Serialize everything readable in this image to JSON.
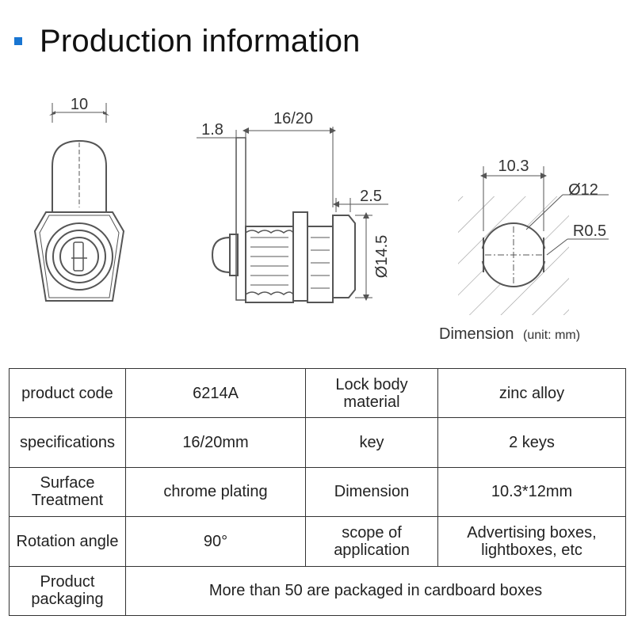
{
  "header": {
    "title": "Production information"
  },
  "drawing": {
    "front_width": "10",
    "side_length": "16/20",
    "cam_thickness": "1.8",
    "flange": "2.5",
    "body_diameter": "Ø14.5",
    "cutout_width": "10.3",
    "cutout_diameter": "Ø12",
    "corner_radius": "R0.5",
    "caption_main": "Dimension",
    "caption_unit": "(unit: mm)"
  },
  "table": {
    "rows": [
      {
        "label1": "product code",
        "value1": "6214A",
        "label2": "Lock body material",
        "value2": "zinc alloy"
      },
      {
        "label1": "specifications",
        "value1": "16/20mm",
        "label2": "key",
        "value2": "2 keys"
      },
      {
        "label1": "Surface Treatment",
        "value1": "chrome plating",
        "label2": "Dimension",
        "value2": "10.3*12mm"
      },
      {
        "label1": "Rotation angle",
        "value1": "90°",
        "label2": "scope of application",
        "value2": "Advertising boxes, lightboxes, etc"
      }
    ],
    "packaging": {
      "label": "Product packaging",
      "value": "More than 50 are packaged in cardboard boxes"
    }
  }
}
